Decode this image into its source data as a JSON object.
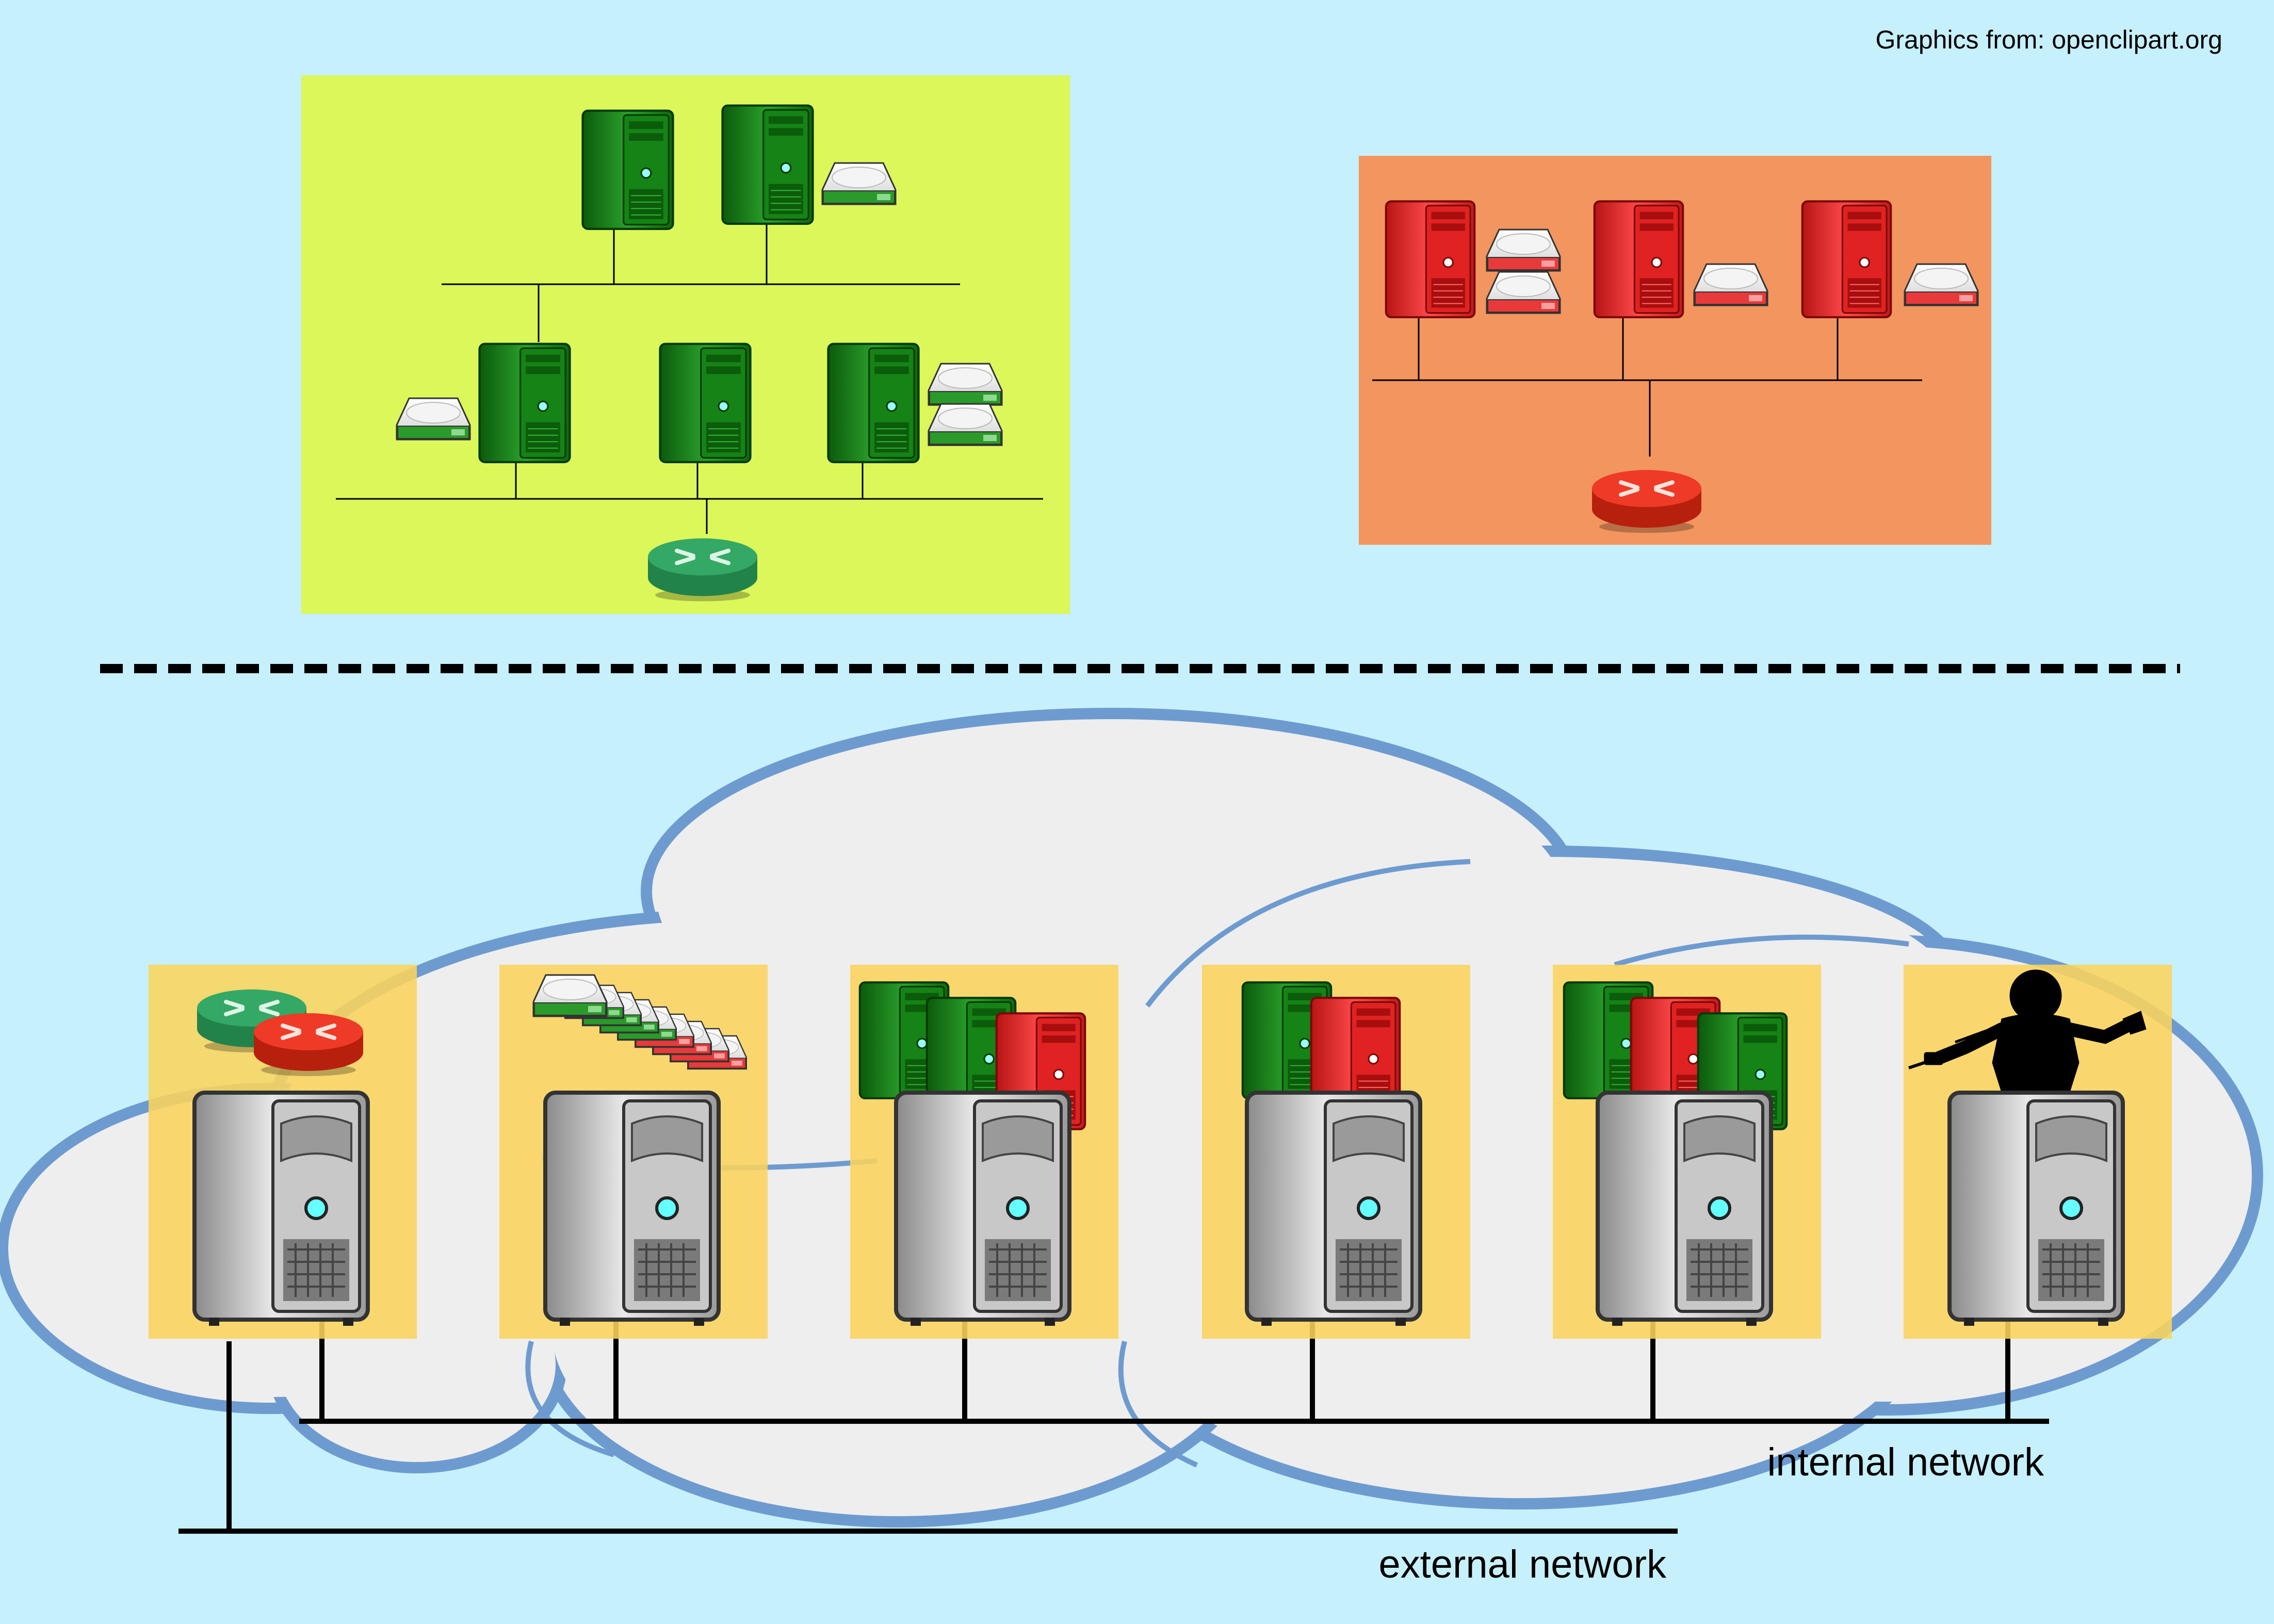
{
  "credit": "Graphics from: openclipart.org",
  "networks": {
    "internal": "internal network",
    "external": "external network"
  },
  "colors": {
    "background": "#c6f0fb",
    "green_panel": "#dcf75a",
    "red_panel": "#f3955f",
    "node_box": "#fad45c",
    "cloud_fill": "#eeeeee",
    "cloud_stroke": "#6e9bcf",
    "green_server": "#1e8a1e",
    "red_server": "#e8262a",
    "green_router": "#2a9a5a",
    "red_router": "#e2322a",
    "host_server": "#b4b4b4"
  },
  "icons": {
    "server": "server-tower-icon",
    "disk": "hard-disk-icon",
    "router": "router-icon",
    "conductor": "orchestra-conductor-icon"
  }
}
